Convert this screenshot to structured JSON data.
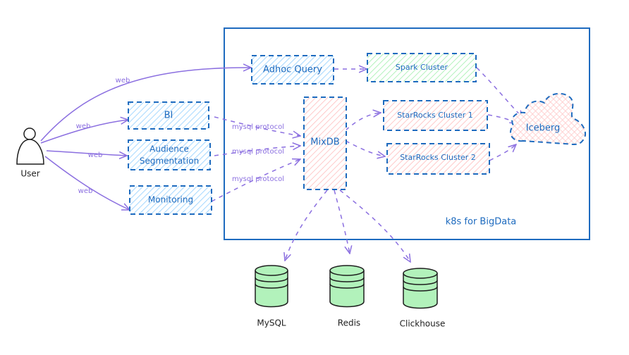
{
  "diagram": {
    "container": {
      "label": "k8s for BigData"
    },
    "actors": {
      "user": {
        "label": "User"
      }
    },
    "nodes": {
      "adhoc": {
        "label": "Adhoc Query"
      },
      "spark": {
        "label": "Spark Cluster"
      },
      "bi": {
        "label": "BI"
      },
      "audience": {
        "label_line1": "Audience",
        "label_line2": "Segmentation"
      },
      "monitoring": {
        "label": "Monitoring"
      },
      "mixdb": {
        "label": "MixDB"
      },
      "sr1": {
        "label": "StarRocks Cluster 1"
      },
      "sr2": {
        "label": "StarRocks Cluster 2"
      },
      "iceberg": {
        "label": "Iceberg"
      }
    },
    "databases": {
      "mysql": {
        "label": "MySQL"
      },
      "redis": {
        "label": "Redis"
      },
      "clickhouse": {
        "label": "Clickhouse"
      }
    },
    "edge_labels": {
      "user_adhoc": "web",
      "user_bi": "web",
      "user_audience": "web",
      "user_monitoring": "web",
      "bi_mixdb": "mysql protocol",
      "audience_mixdb": "mysql protocol",
      "monitoring_mixdb": "mysql protocol"
    },
    "colors": {
      "blue_fill": "#a5d8ff",
      "green_fill": "#b2f2bb",
      "red_fill": "#ffc9c9",
      "border": "#1e6bbf",
      "arrow": "#8b6fe0",
      "db_fill": "#b2f2bb"
    }
  }
}
